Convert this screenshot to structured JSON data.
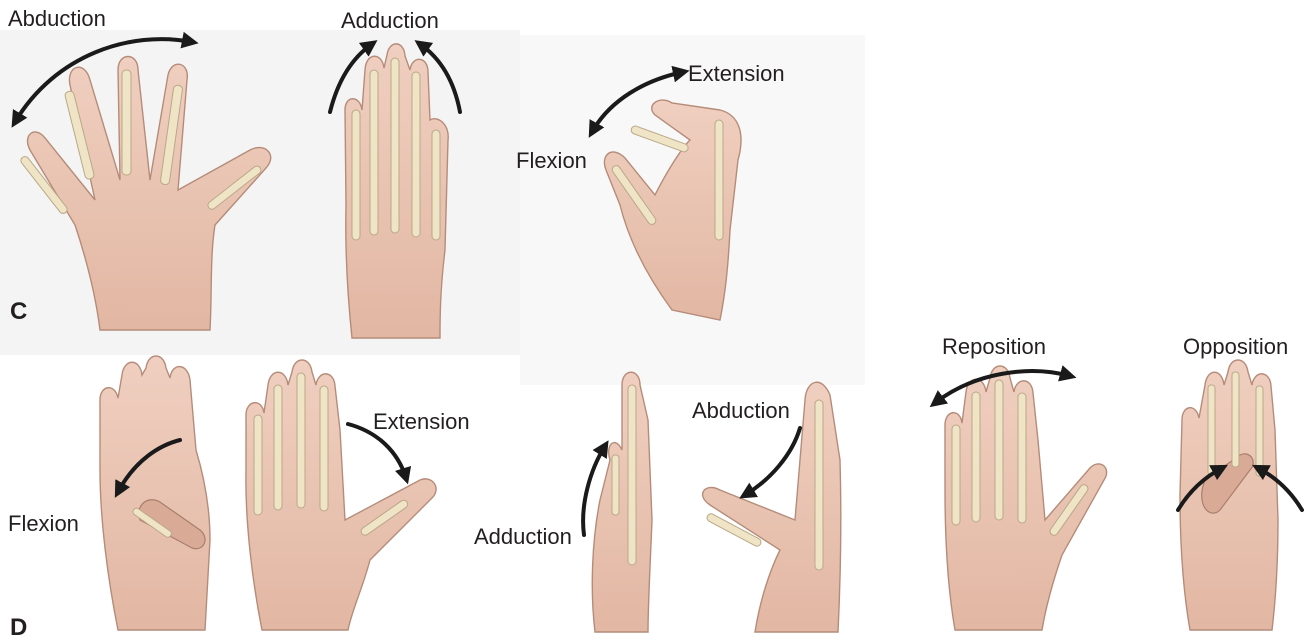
{
  "panels": {
    "c": {
      "label": "C"
    },
    "d": {
      "label": "D"
    }
  },
  "labels": {
    "c_abduction": "Abduction",
    "c_adduction": "Adduction",
    "c_extension": "Extension",
    "c_flexion": "Flexion",
    "d_flexion": "Flexion",
    "d_extension": "Extension",
    "d_adduction": "Adduction",
    "d_abduction": "Abduction",
    "d_reposition": "Reposition",
    "d_opposition": "Opposition"
  },
  "colors": {
    "skin_light": "#f2d4c4",
    "skin_dark": "#dcae98",
    "bone": "#efe4c6",
    "arrow": "#1a1a1a",
    "text": "#231f20"
  }
}
